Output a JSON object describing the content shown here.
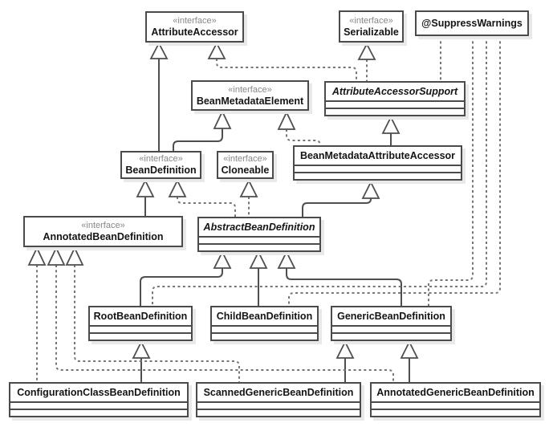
{
  "diagram": {
    "type": "uml-class-diagram",
    "subject": "Spring BeanDefinition class hierarchy",
    "stereotype_interface": "«interface»",
    "nodes": {
      "attribute_accessor": {
        "stereotype": "«interface»",
        "name": "AttributeAccessor",
        "kind": "interface"
      },
      "serializable": {
        "stereotype": "«interface»",
        "name": "Serializable",
        "kind": "interface"
      },
      "suppress_warnings": {
        "name": "@SuppressWarnings",
        "kind": "annotation"
      },
      "bean_metadata_element": {
        "stereotype": "«interface»",
        "name": "BeanMetadataElement",
        "kind": "interface"
      },
      "attribute_accessor_support": {
        "name": "AttributeAccessorSupport",
        "kind": "abstract-class"
      },
      "bean_metadata_attribute_accessor": {
        "name": "BeanMetadataAttributeAccessor",
        "kind": "class"
      },
      "bean_definition": {
        "stereotype": "«interface»",
        "name": "BeanDefinition",
        "kind": "interface"
      },
      "cloneable": {
        "stereotype": "«interface»",
        "name": "Cloneable",
        "kind": "interface"
      },
      "annotated_bean_definition": {
        "stereotype": "«interface»",
        "name": "AnnotatedBeanDefinition",
        "kind": "interface"
      },
      "abstract_bean_definition": {
        "name": "AbstractBeanDefinition",
        "kind": "abstract-class"
      },
      "root_bean_definition": {
        "name": "RootBeanDefinition",
        "kind": "class"
      },
      "child_bean_definition": {
        "name": "ChildBeanDefinition",
        "kind": "class"
      },
      "generic_bean_definition": {
        "name": "GenericBeanDefinition",
        "kind": "class"
      },
      "configuration_class_bean_definition": {
        "name": "ConfigurationClassBeanDefinition",
        "kind": "class"
      },
      "scanned_generic_bean_definition": {
        "name": "ScannedGenericBeanDefinition",
        "kind": "class"
      },
      "annotated_generic_bean_definition": {
        "name": "AnnotatedGenericBeanDefinition",
        "kind": "class"
      }
    },
    "edges": [
      {
        "from": "BeanDefinition",
        "to": "AttributeAccessor",
        "type": "generalization"
      },
      {
        "from": "BeanDefinition",
        "to": "BeanMetadataElement",
        "type": "generalization"
      },
      {
        "from": "AnnotatedBeanDefinition",
        "to": "BeanDefinition",
        "type": "generalization"
      },
      {
        "from": "AttributeAccessorSupport",
        "to": "AttributeAccessor",
        "type": "realization"
      },
      {
        "from": "AttributeAccessorSupport",
        "to": "Serializable",
        "type": "realization"
      },
      {
        "from": "AttributeAccessorSupport",
        "to": "@SuppressWarnings",
        "type": "dependency"
      },
      {
        "from": "BeanMetadataAttributeAccessor",
        "to": "AttributeAccessorSupport",
        "type": "generalization"
      },
      {
        "from": "BeanMetadataAttributeAccessor",
        "to": "BeanMetadataElement",
        "type": "realization"
      },
      {
        "from": "AbstractBeanDefinition",
        "to": "BeanMetadataAttributeAccessor",
        "type": "generalization"
      },
      {
        "from": "AbstractBeanDefinition",
        "to": "BeanDefinition",
        "type": "realization"
      },
      {
        "from": "AbstractBeanDefinition",
        "to": "Cloneable",
        "type": "realization"
      },
      {
        "from": "RootBeanDefinition",
        "to": "AbstractBeanDefinition",
        "type": "generalization"
      },
      {
        "from": "RootBeanDefinition",
        "to": "@SuppressWarnings",
        "type": "dependency"
      },
      {
        "from": "ChildBeanDefinition",
        "to": "AbstractBeanDefinition",
        "type": "generalization"
      },
      {
        "from": "ChildBeanDefinition",
        "to": "@SuppressWarnings",
        "type": "dependency"
      },
      {
        "from": "GenericBeanDefinition",
        "to": "AbstractBeanDefinition",
        "type": "generalization"
      },
      {
        "from": "GenericBeanDefinition",
        "to": "@SuppressWarnings",
        "type": "dependency"
      },
      {
        "from": "ConfigurationClassBeanDefinition",
        "to": "RootBeanDefinition",
        "type": "generalization"
      },
      {
        "from": "ConfigurationClassBeanDefinition",
        "to": "AnnotatedBeanDefinition",
        "type": "realization"
      },
      {
        "from": "ScannedGenericBeanDefinition",
        "to": "GenericBeanDefinition",
        "type": "generalization"
      },
      {
        "from": "ScannedGenericBeanDefinition",
        "to": "AnnotatedBeanDefinition",
        "type": "realization"
      },
      {
        "from": "AnnotatedGenericBeanDefinition",
        "to": "GenericBeanDefinition",
        "type": "generalization"
      },
      {
        "from": "AnnotatedGenericBeanDefinition",
        "to": "AnnotatedBeanDefinition",
        "type": "realization"
      }
    ],
    "colors": {
      "background": "#ffffff",
      "node_fill": "#ffffff",
      "node_border": "#4b4b4b",
      "shadow": "#e9e9e9",
      "stereotype_text": "#878787",
      "title_text": "#141414",
      "solid_edge": "#4f4f4f",
      "dashed_edge": "#757575"
    }
  }
}
